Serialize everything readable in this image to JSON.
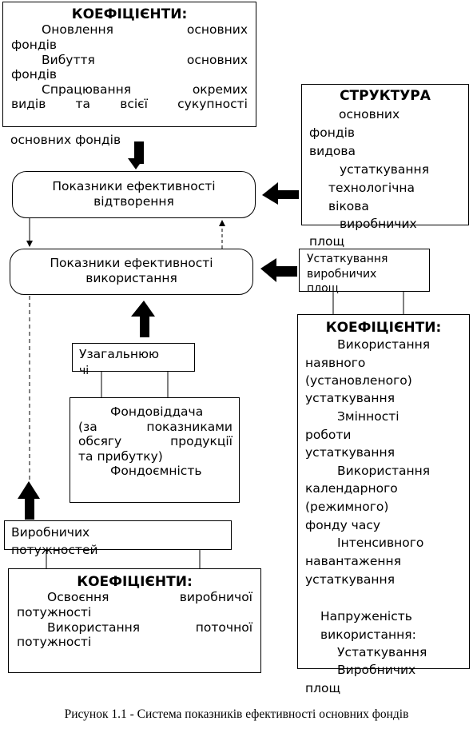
{
  "coef_top": {
    "title": "КОЕФІЦІЄНТИ:",
    "item1a": "Оновлення основних",
    "item1b": "фондів",
    "item2a": "Вибуття основних",
    "item2b": "фондів",
    "item3a": "Спрацювання окремих",
    "item3b": "видів та всієї сукупності",
    "item3c": "основних фондів"
  },
  "structure": {
    "title": "СТРУКТУРА",
    "line1": "основних",
    "line2": "фондів",
    "line3": "видова",
    "line4": "устаткування",
    "line5": "технологічна",
    "line6": "вікова",
    "line7": "виробничих",
    "line8": "площ"
  },
  "reproduction": {
    "line1": "Показники ефективності",
    "line2": "відтворення"
  },
  "usage": {
    "line1": "Показники ефективності",
    "line2": "використання"
  },
  "equipment": {
    "line1": "Устаткування",
    "line2": "виробничих",
    "line3": "площ"
  },
  "general": {
    "label": "Узагальнюю",
    "label2": "чі"
  },
  "fondo": {
    "line1": "Фондовіддача",
    "line2a": "(за показниками",
    "line2b": "обсягу продукції",
    "line2c": "та прибутку)",
    "line3": "Фондоємність"
  },
  "capacity": {
    "label": "Виробничих",
    "label2": "потужностей"
  },
  "coef_cap": {
    "title": "КОЕФІЦІЄНТИ:",
    "item1a": "Освоєння виробничої",
    "item1b": "потужності",
    "item2a": "Використання поточної",
    "item2b": "потужності"
  },
  "coef_right": {
    "title": "КОЕФІЦІЄНТИ:",
    "i1": "Використання",
    "i2": "наявного",
    "i3": "(установленого)",
    "i4": "устаткування",
    "i5": "Змінності",
    "i6": "роботи",
    "i7": "устаткування",
    "i8": "Використання",
    "i9": "календарного",
    "i10": "(режимного)",
    "i11": "фонду часу",
    "i12": "Інтенсивного",
    "i13": "навантаження",
    "i14": "устаткування",
    "i15": "Напруженість",
    "i16": "використання:",
    "i17": "Устаткування",
    "i18": "Виробничих",
    "i19": "площ"
  },
  "caption": "Рисунок 1.1 - Система показників ефективності  основних фондів"
}
